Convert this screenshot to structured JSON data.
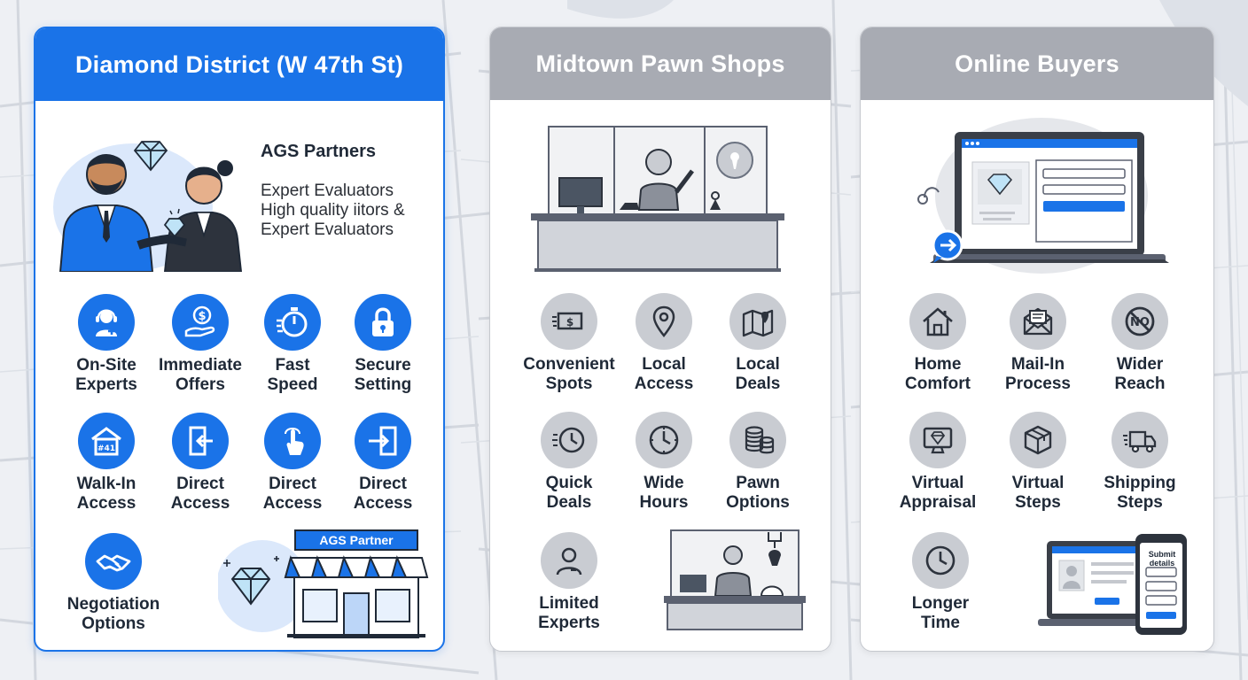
{
  "colors": {
    "accent": "#1a73e8",
    "neutral": "#a8abb3",
    "icon_bg_neutral": "#c9ccd2",
    "text": "#1f2937"
  },
  "cards": [
    {
      "title": "Diamond District (W 47th St)",
      "partner": {
        "title": "AGS Partners",
        "lines": [
          "Expert Evaluators",
          "High quality iitors &",
          "Expert Evaluators"
        ]
      },
      "features": [
        {
          "icon": "support-agent-icon",
          "line1": "On-Site",
          "line2": "Experts"
        },
        {
          "icon": "money-hand-icon",
          "line1": "Immediate",
          "line2": "Offers"
        },
        {
          "icon": "stopwatch-icon",
          "line1": "Fast",
          "line2": "Speed"
        },
        {
          "icon": "lock-icon",
          "line1": "Secure",
          "line2": "Setting"
        },
        {
          "icon": "storefront-icon",
          "line1": "Walk-In",
          "line2": "Access"
        },
        {
          "icon": "door-exit-icon",
          "line1": "Direct",
          "line2": "Access"
        },
        {
          "icon": "touch-icon",
          "line1": "Direct",
          "line2": "Access"
        },
        {
          "icon": "door-enter-icon",
          "line1": "Direct",
          "line2": "Access"
        },
        {
          "icon": "handshake-icon",
          "line1": "Negotiation",
          "line2": "Options"
        }
      ],
      "store_sign": "AGS Partner",
      "sign_numbers": "#41"
    },
    {
      "title": "Midtown Pawn Shops",
      "features": [
        {
          "icon": "cash-icon",
          "line1": "Convenient",
          "line2": "Spots"
        },
        {
          "icon": "location-pin-icon",
          "line1": "Local",
          "line2": "Access"
        },
        {
          "icon": "map-icon",
          "line1": "Local",
          "line2": "Deals"
        },
        {
          "icon": "clock-fast-icon",
          "line1": "Quick",
          "line2": "Deals"
        },
        {
          "icon": "clock-icon",
          "line1": "Wide",
          "line2": "Hours"
        },
        {
          "icon": "coins-icon",
          "line1": "Pawn",
          "line2": "Options"
        },
        {
          "icon": "clerk-icon",
          "line1": "Limited",
          "line2": "Experts"
        }
      ]
    },
    {
      "title": "Online Buyers",
      "features": [
        {
          "icon": "home-icon",
          "line1": "Home",
          "line2": "Comfort"
        },
        {
          "icon": "mail-icon",
          "line1": "Mail-In",
          "line2": "Process"
        },
        {
          "icon": "no-sign-icon",
          "line1": "Wider",
          "line2": "Reach",
          "badge": "NO"
        },
        {
          "icon": "monitor-diamond-icon",
          "line1": "Virtual",
          "line2": "Appraisal"
        },
        {
          "icon": "package-icon",
          "line1": "Virtual",
          "line2": "Steps"
        },
        {
          "icon": "truck-icon",
          "line1": "Shipping",
          "line2": "Steps"
        },
        {
          "icon": "clock-icon",
          "line1": "Longer",
          "line2": "Time"
        }
      ],
      "phone_text": [
        "Submit",
        "details"
      ]
    }
  ]
}
